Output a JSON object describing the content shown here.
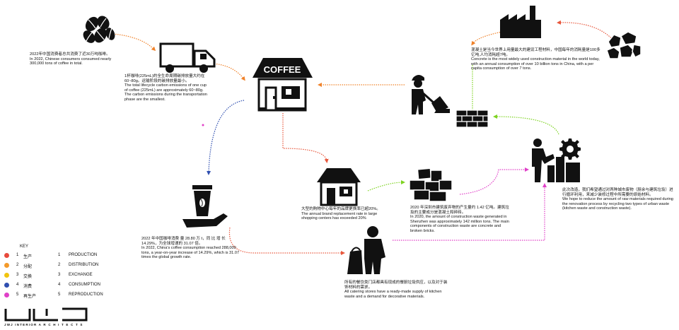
{
  "texts": {
    "coffee_consumption": {
      "zh": "2022年中国消费者总共消费了近30万吨咖啡。",
      "en": "In 2022, Chinese consumers consumed nearly 300,000 tons of coffee in total."
    },
    "transport": {
      "zh": "1杯咖啡(225mL)的全生命周期碳排放量大约在60~80g。运输阶段的碳排放量最小。",
      "en": "The total lifecycle carbon emissions of one cup of coffee (225mL) are approximately 60~80g. The carbon emissions during the transportation phase are the smallest."
    },
    "concrete": {
      "zh": "混凝土是当今世界上用量最大的建设工程材料，中国每年的消耗量是100多亿吨,人均消耗超7吨。",
      "en": "Concrete is the most widely used construction material in the world today, with an annual consumption of over 10 billion tons in China, with a per capita consumption of over 7 tons."
    },
    "mall": {
      "zh": "大型的购物中心每年的品牌更换率已超20%。",
      "en": "The annual brand replacement rate in large shopping centers has exceeded 20%"
    },
    "waste": {
      "zh": "2020 年深圳市建筑废弃物的产生量约 1.42 亿吨。建筑垃圾的主要成分是混凝土和碎砖。",
      "en": "In 2020, the amount of construction waste generated in Shenzhen was approximately 142 million tons. The main components of construction waste are concrete and broken bricks."
    },
    "reduce": {
      "zh": "此次改造，我们希望通过对两种城市废物（厨余与建筑垃圾）进行循环利用，来减少装修过程中所需要的原始材料。",
      "en": "We hope to reduce the amount of raw materials required during the renovation process by recycling two types of urban waste (kitchen waste and construction waste)."
    },
    "coffee_stats": {
      "zh": "2022 年中国咖啡消费 量 28.80 万 t，同 比 增 长14.29%，为全球增速的 31.07 倍。",
      "en": "In 2022, China's coffee consumption reached 288,000 tons, a year-on-year increase of 14.29%, which is 31.07 times the global growth rate."
    },
    "catering": {
      "zh": "所有的餐饮类门店都具有现成的餐厨垃圾供应，以及对于装饰材料的需求。",
      "en": "All catering stores have a ready-made supply of kitchen waste and a demand for decorative materials."
    }
  },
  "coffee_sign": "COFFEE",
  "icons": [
    "coffee-beans-icon",
    "truck-icon",
    "coffee-shop-icon",
    "factory-icon",
    "rocks-icon",
    "worker-shoveling-icon",
    "bricks-icon",
    "recycling-gear-icon",
    "store-icon",
    "waste-bricks-icon",
    "coffee-cup-hand-icon",
    "person-with-bags-icon"
  ],
  "key": {
    "title": "KEY",
    "items": [
      {
        "num": "1",
        "zh": "生产",
        "en": "PRODUCTION",
        "color": "#e84a3c"
      },
      {
        "num": "2",
        "zh": "分配",
        "en": "DISTRIBUTION",
        "color": "#f39a2b"
      },
      {
        "num": "3",
        "zh": "交换",
        "en": "EXCHANGE",
        "color": "#f1c40f"
      },
      {
        "num": "4",
        "zh": "消费",
        "en": "CONSUMPTION",
        "color": "#2f4fb0"
      },
      {
        "num": "5",
        "zh": "再生产",
        "en": "REPRODUCTION",
        "color": "#e040c8"
      }
    ]
  },
  "logo": {
    "text": "JWJ INTERIOR   A R C H I T E C T S"
  },
  "colors": {
    "orange": "#f0822a",
    "green": "#7ed321",
    "blue": "#2f4fb0",
    "magenta": "#e040c8",
    "red": "#e8573c"
  }
}
